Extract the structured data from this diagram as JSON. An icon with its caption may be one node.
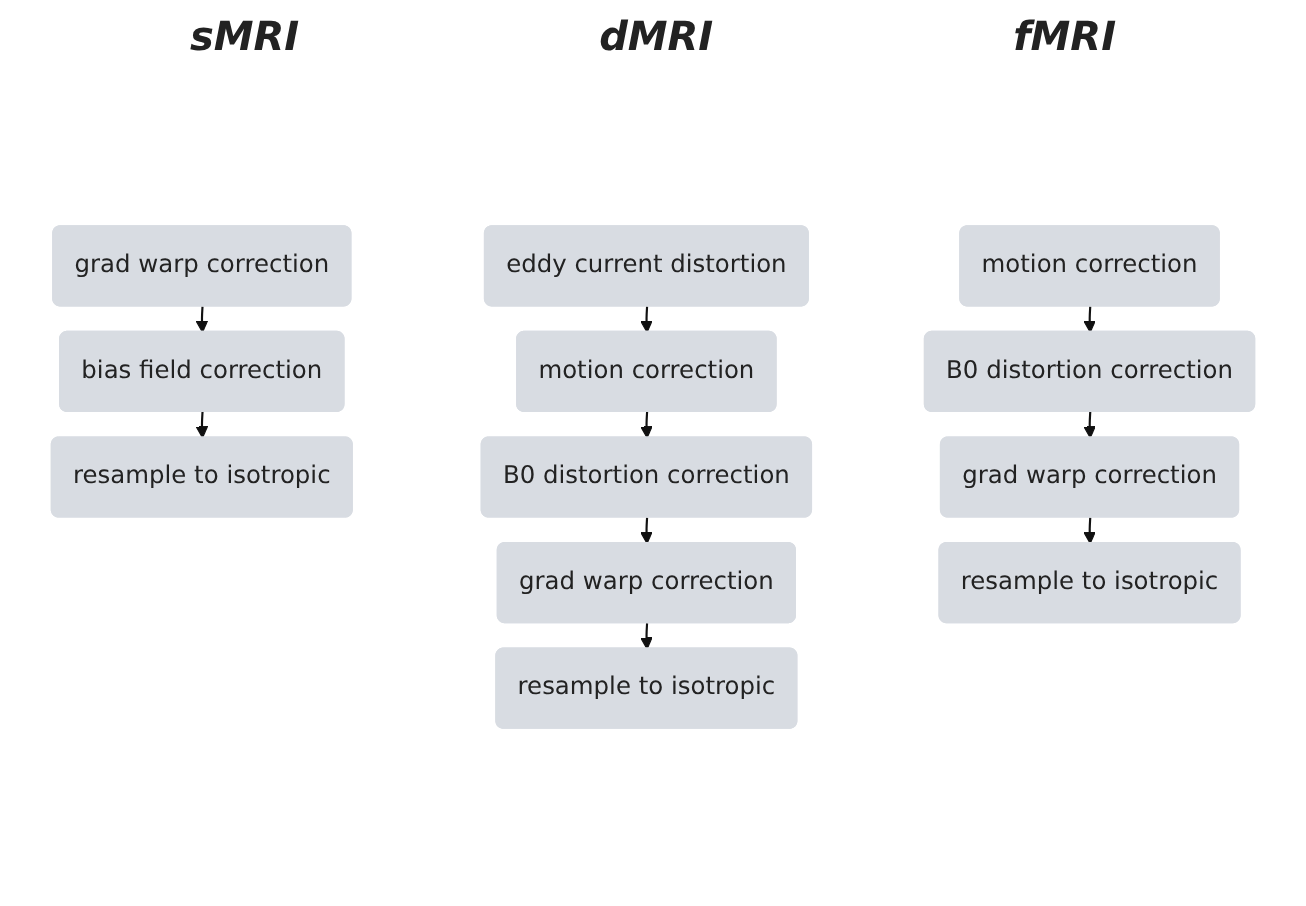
{
  "diagram": {
    "nodes": [
      {
        "text": [
          "grad warp correction"
        ]
      },
      {
        "text": [
          "bias field correction"
        ]
      },
      {
        "text": [
          "resample to isotropic"
        ]
      },
      {
        "text": [
          "eddy current distortion"
        ]
      },
      {
        "text": [
          "motion correction"
        ]
      },
      {
        "text": [
          "B0 distortion correction"
        ]
      },
      {
        "text": [
          "grad warp correction"
        ]
      },
      {
        "text": [
          "resample to isotropic"
        ]
      },
      {
        "text": [
          "motion correction"
        ]
      },
      {
        "text": [
          "B0 distortion correction"
        ]
      },
      {
        "text": [
          "grad warp correction"
        ]
      },
      {
        "text": [
          "resample to isotropic"
        ]
      }
    ],
    "edges": [
      {
        "from": 0,
        "to": 1,
        "arrow": "to"
      },
      {
        "from": 1,
        "to": 2,
        "arrow": "to"
      },
      {
        "from": 3,
        "to": 4,
        "arrow": "to"
      },
      {
        "from": 4,
        "to": 5,
        "arrow": "to"
      },
      {
        "from": 5,
        "to": 6,
        "arrow": "to"
      },
      {
        "from": 6,
        "to": 7,
        "arrow": "to"
      },
      {
        "from": 8,
        "to": 9,
        "arrow": "to"
      },
      {
        "from": 9,
        "to": 10,
        "arrow": "to"
      },
      {
        "from": 10,
        "to": 11,
        "arrow": "to"
      }
    ],
    "labels": [
      "sMRI",
      "dMRI",
      "fMRI"
    ]
  }
}
